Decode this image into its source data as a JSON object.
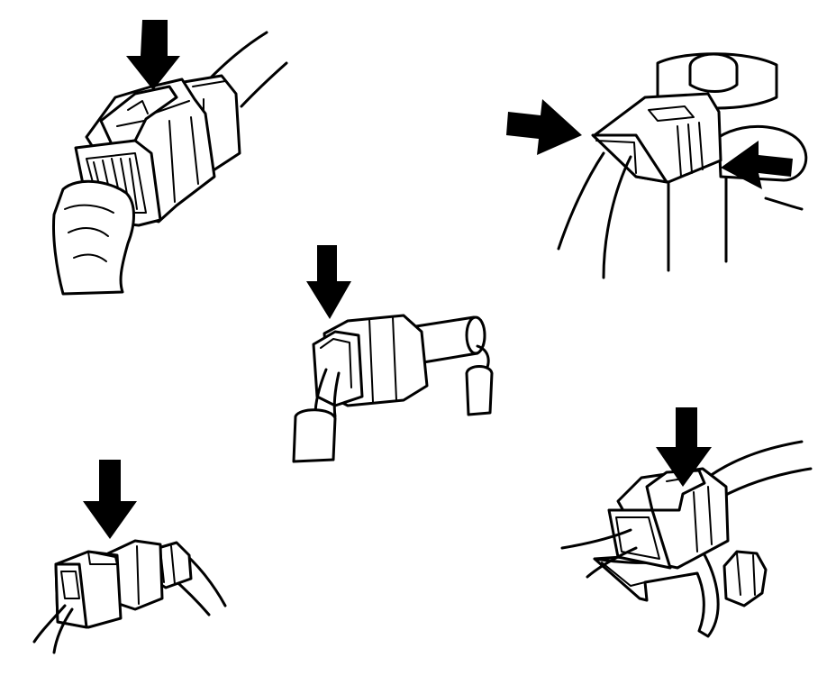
{
  "figure": {
    "description_visible_text": "",
    "line_color": "#000000",
    "background_color": "#ffffff",
    "panels": [
      {
        "id": "connector-1",
        "arrows": [
          "arrow-down"
        ]
      },
      {
        "id": "connector-2",
        "arrows": [
          "arrow-right",
          "arrow-left"
        ]
      },
      {
        "id": "connector-3",
        "arrows": [
          "arrow-down"
        ]
      },
      {
        "id": "connector-4",
        "arrows": [
          "arrow-down"
        ]
      },
      {
        "id": "connector-5",
        "arrows": [
          "arrow-down"
        ]
      }
    ]
  }
}
